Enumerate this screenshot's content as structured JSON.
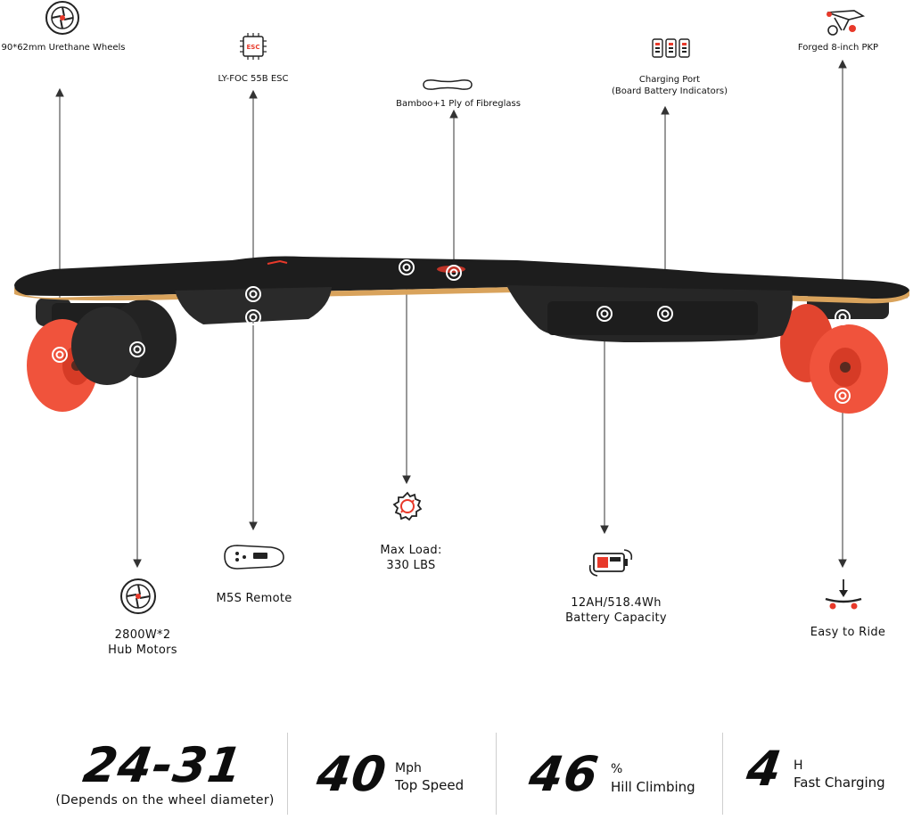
{
  "callouts": {
    "wheels": "90*62mm Urethane Wheels",
    "esc": "LY-FOC 55B ESC",
    "esc_chip": "ESC",
    "deck": "Bamboo+1 Ply of Fibreglass",
    "charging_line1": "Charging Port",
    "charging_line2": "(Board Battery Indicators)",
    "trucks": "Forged 8-inch PKP",
    "motors_line1": "2800W*2",
    "motors_line2": "Hub Motors",
    "remote": "M5S Remote",
    "load_line1": "Max Load:",
    "load_line2": "330 LBS",
    "battery_line1": "12AH/518.4Wh",
    "battery_line2": "Battery Capacity",
    "easy": "Easy to Ride"
  },
  "stats": {
    "range_value": "24-31",
    "range_note": "(Depends on the wheel diameter)",
    "speed_value": "40",
    "speed_unit": "Mph",
    "speed_label": "Top Speed",
    "hill_value": "46",
    "hill_unit": "%",
    "hill_label": "Hill Climbing",
    "charge_value": "4",
    "charge_unit": "H",
    "charge_label": "Fast Charging"
  },
  "colors": {
    "accent": "#e8392a",
    "wheel": "#f0533c",
    "deck": "#1d1d1d",
    "bamboo": "#d9a35c"
  }
}
